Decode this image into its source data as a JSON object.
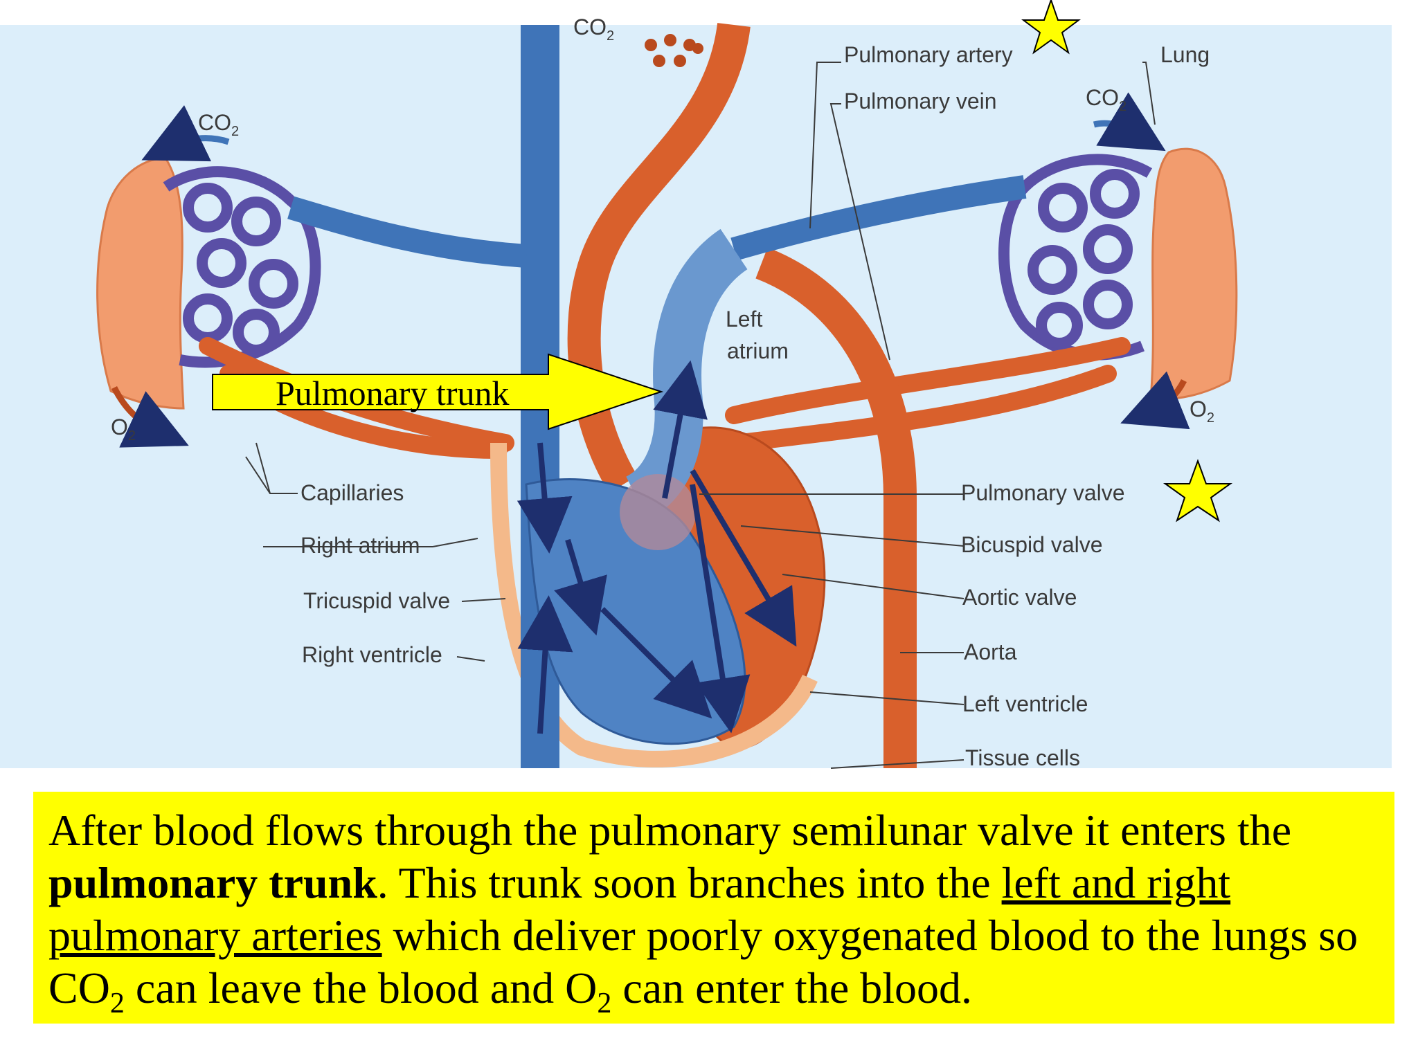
{
  "diagram": {
    "labels": {
      "co2_top": "CO",
      "co2_left": "CO",
      "co2_right": "CO",
      "o2_left": "O",
      "o2_right": "O",
      "pulmonary_artery": "Pulmonary artery",
      "pulmonary_vein": "Pulmonary vein",
      "lung": "Lung",
      "left_atrium_1": "Left",
      "left_atrium_2": "atrium",
      "capillaries": "Capillaries",
      "right_atrium": "Right atrium",
      "tricuspid_valve": "Tricuspid valve",
      "right_ventricle": "Right ventricle",
      "pulmonary_valve": "Pulmonary valve",
      "bicuspid_valve": "Bicuspid valve",
      "aortic_valve": "Aortic valve",
      "aorta": "Aorta",
      "left_ventricle": "Left ventricle",
      "tissue_cells": "Tissue cells"
    },
    "subscript": "2",
    "arrow_label": "Pulmonary trunk"
  },
  "caption": {
    "part1": "After blood flows through the pulmonary semilunar valve it enters the ",
    "bold": "pulmonary trunk",
    "part2": ".  This trunk soon branches into the ",
    "underlined": "left and right pulmonary arteries",
    "part3": " which deliver poorly oxygenated blood to the lungs so CO",
    "sub1": "2",
    "part4": " can leave the blood and O",
    "sub2": "2",
    "part5": " can enter the blood."
  },
  "colors": {
    "background": "#dceefa",
    "highlight": "#ffff00",
    "oxygen_poor": "#3f74b8",
    "oxygen_rich": "#d9602c",
    "capillaries": "#5a4fa6",
    "lung": "#f29c6e"
  }
}
